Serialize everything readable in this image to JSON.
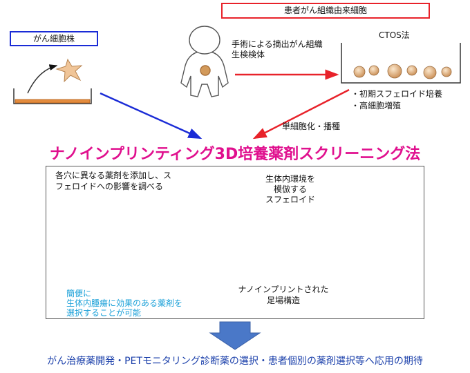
{
  "cell_line": {
    "label": "がん細胞株"
  },
  "patient": {
    "label": "患者がん組織由来細胞",
    "surgery_text": [
      "手術による摘出がん組織",
      "生検検体"
    ]
  },
  "ctos": {
    "label": "CTOS法",
    "notes": [
      "・初期スフェロイド培養",
      "・高細胞増殖"
    ]
  },
  "single_cell_label": "単細胞化・播種",
  "main_title": "ナノインプリンティング3D培養薬剤スクリーニング法",
  "panel": {
    "instruction": [
      "各穴に異なる薬剤を添加し、ス",
      "フェロイドへの影響を調べる"
    ],
    "spheroid_text": [
      "生体内環境を",
      "模倣する",
      "スフェロイド"
    ],
    "scaffold_text": [
      "ナノインプリントされた",
      "足場構造"
    ],
    "benefit_text": [
      "簡便に",
      "生体内腫瘍に効果のある薬剤を",
      "選択することが可能"
    ]
  },
  "bottom_text": "がん治療薬開発・PETモニタリング診断薬の選択・患者個別の薬剤選択等へ応用の期待",
  "colors": {
    "blue_arrow": "#1a2bd6",
    "red_arrow": "#e8222a",
    "title": "#e0108e",
    "big_arrow": "#4a78c8",
    "benefit": "#1aa0d8"
  }
}
